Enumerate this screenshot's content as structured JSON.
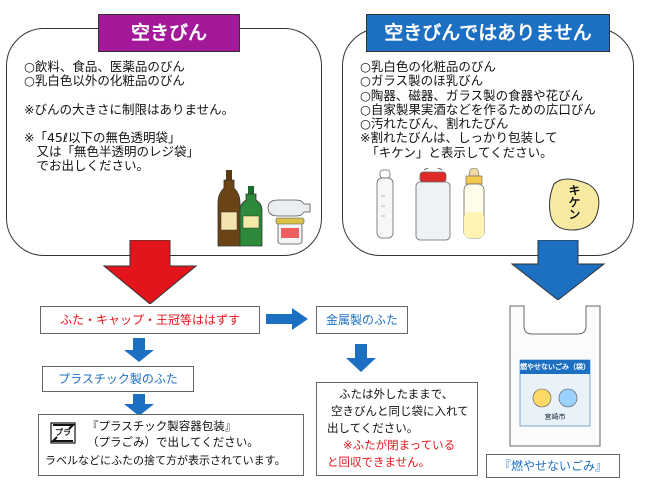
{
  "left_panel": {
    "title": "空きびん",
    "lines": [
      "○飲料、食品、医薬品のびん",
      "○乳白色以外の化粧品のびん",
      "",
      "※びんの大きさに制限はありません。",
      "",
      "※「45ℓ以下の無色透明袋」",
      "　又は「無色半透明のレジ袋」",
      "　でお出しください。"
    ]
  },
  "right_panel": {
    "title": "空きびんではありません",
    "lines": [
      "○乳白色の化粧品のびん",
      "○ガラス製のほ乳びん",
      "○陶器、磁器、ガラス製の食器や花びん",
      "○自家製果実酒などを作るための広口びん",
      "○汚れたびん、割れたびん",
      "※割れたびんは、しっかり包装して",
      "　「キケン」と表示してください。"
    ],
    "kiken_label": "キケン"
  },
  "flow": {
    "remove_caps": "ふた・キャップ・王冠等ははずす",
    "metal_cap": "金属製のふた",
    "plastic_cap": "プラスチック製のふた",
    "plastic_box": {
      "line1": "『プラスチック製容器包装』",
      "line2": "（プラごみ）で出してください。",
      "line3": "ラベルなどにふたの捨て方が表示されています。",
      "mark_label": "プラ"
    },
    "metal_box": {
      "line1": "ふたは外したままで、",
      "line2": "空きびんと同じ袋に入れて",
      "line3": "出してください。",
      "line4": "※ふたが閉まっている",
      "line5": "と回収できません。"
    }
  },
  "bag": {
    "caption": "『燃やせないごみ』",
    "label_top": "燃やせないごみ（袋）",
    "city": "宮崎市"
  },
  "colors": {
    "left_title": "#a3199a",
    "right_title": "#1d6fc2",
    "red_arrow": "#e4141c",
    "blue_arrow": "#1d6fc2"
  }
}
